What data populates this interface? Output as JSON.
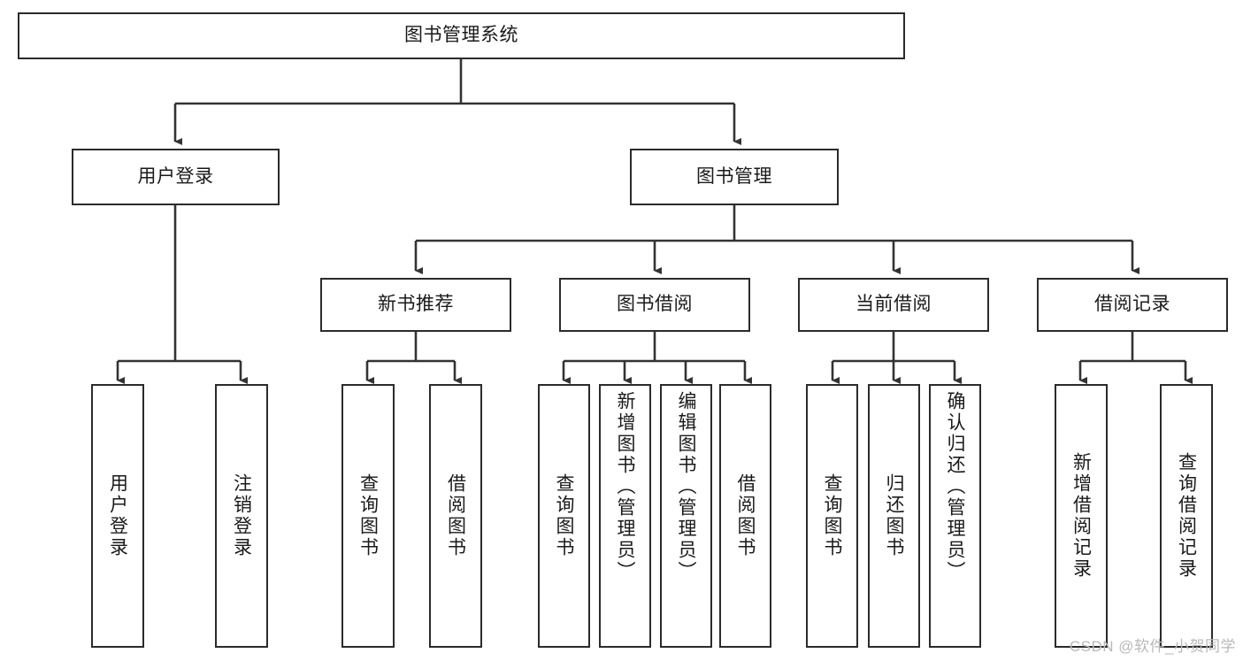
{
  "diagram": {
    "type": "tree-hierarchy",
    "title": "图书管理系统",
    "watermark": "CSDN @软件_小贺同学",
    "colors": {
      "box_border": "#2b2b2b",
      "box_fill": "#ffffff",
      "connector": "#333333",
      "text": "#1a1a1a",
      "watermark": "#b9b9b9",
      "background": "#ffffff"
    },
    "levels": {
      "root": {
        "label": "图书管理系统"
      },
      "level2": [
        {
          "id": "user-login",
          "label": "用户登录"
        },
        {
          "id": "book-manage",
          "label": "图书管理"
        }
      ],
      "level3": [
        {
          "id": "new-book-recommend",
          "label": "新书推荐",
          "parent": "book-manage"
        },
        {
          "id": "book-borrow",
          "label": "图书借阅",
          "parent": "book-manage"
        },
        {
          "id": "current-borrow",
          "label": "当前借阅",
          "parent": "book-manage"
        },
        {
          "id": "borrow-record",
          "label": "借阅记录",
          "parent": "book-manage"
        }
      ],
      "leaves": [
        {
          "id": "leaf-user-login",
          "label": "用户登录",
          "parent": "user-login"
        },
        {
          "id": "leaf-user-logout",
          "label": "注销登录",
          "parent": "user-login"
        },
        {
          "id": "leaf-query-book-1",
          "label": "查询图书",
          "parent": "new-book-recommend"
        },
        {
          "id": "leaf-borrow-book-1",
          "label": "借阅图书",
          "parent": "new-book-recommend"
        },
        {
          "id": "leaf-query-book-2",
          "label": "查询图书",
          "parent": "book-borrow"
        },
        {
          "id": "leaf-add-book",
          "label": "新增图书（管理员）",
          "parent": "book-borrow"
        },
        {
          "id": "leaf-edit-book",
          "label": "编辑图书（管理员）",
          "parent": "book-borrow"
        },
        {
          "id": "leaf-borrow-book-2",
          "label": "借阅图书",
          "parent": "book-borrow"
        },
        {
          "id": "leaf-query-book-3",
          "label": "查询图书",
          "parent": "current-borrow"
        },
        {
          "id": "leaf-return-book",
          "label": "归还图书",
          "parent": "current-borrow"
        },
        {
          "id": "leaf-confirm-return",
          "label": "确认归还（管理员）",
          "parent": "current-borrow"
        },
        {
          "id": "leaf-add-record",
          "label": "新增借阅记录",
          "parent": "borrow-record"
        },
        {
          "id": "leaf-query-record",
          "label": "查询借阅记录",
          "parent": "borrow-record"
        }
      ]
    }
  }
}
